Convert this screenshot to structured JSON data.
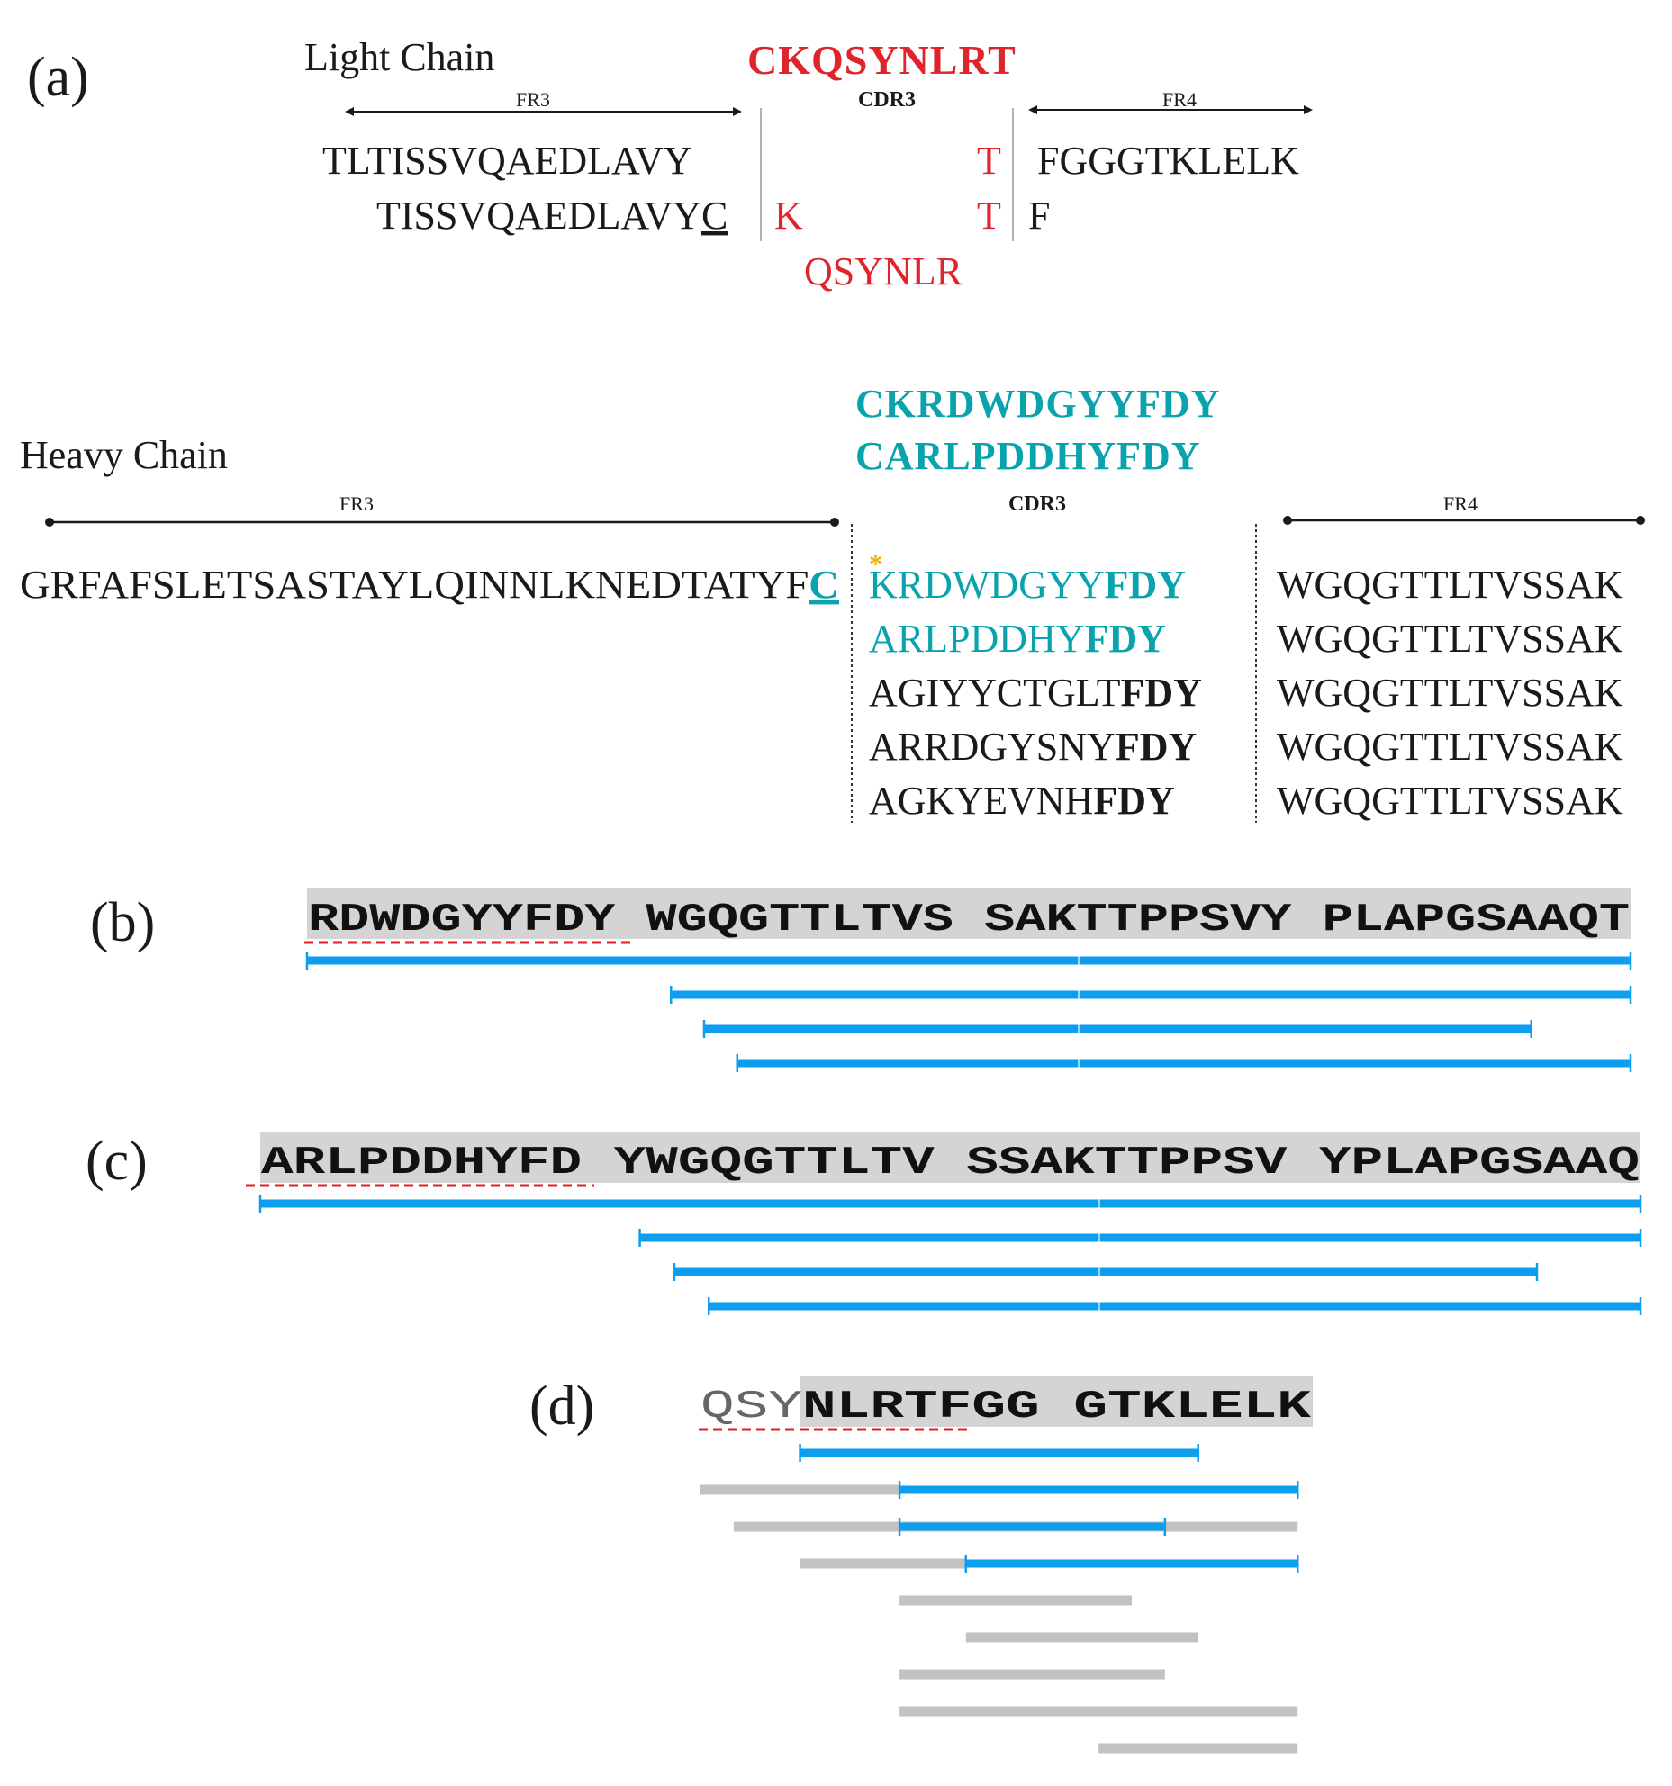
{
  "colors": {
    "text": "#1a1a1a",
    "light_red": "#e0242b",
    "cyan": "#0aa3ad",
    "bar_blue": "#0d9ef0",
    "bar_gray": "#c2c2c2",
    "seq_bg": "#d6d3d4",
    "dash_red": "#e02020",
    "asterisk": "#f2b400"
  },
  "panel_a": {
    "label": "(a)",
    "light_chain": {
      "title": "Light Chain",
      "fr3": "FR3",
      "cdr3": "CDR3",
      "fr4": "FR4",
      "cdr3_seq": "CKQSYNLRT",
      "row1": {
        "fr3": "TLTISSVQAEDLAVY",
        "cdr_end": "T",
        "fr4": "FGGGTKLELK"
      },
      "row2": {
        "fr3_main": "TISSVQAEDLAVY",
        "fr3_last": "C",
        "cdr_start": "K",
        "cdr_end": "T",
        "fr4": "F"
      },
      "row2_below": "QSYNLR"
    },
    "heavy_chain": {
      "title": "Heavy Chain",
      "fr3": "FR3",
      "cdr3": "CDR3",
      "fr4": "FR4",
      "cdr3_seqs": [
        "CKRDWDGYYFDY",
        "CARLPDDHYFDY"
      ],
      "fr3_main": "GRFAFSLETSASTAYLQINNLKNEDTATYF",
      "fr3_last": "C",
      "asterisk": "*",
      "rows": [
        {
          "pre": "KRDWDGYY",
          "suf": "FDY",
          "fr4": "WGQGTTLTVSSAK",
          "color": "cyan"
        },
        {
          "pre": "ARLPDDHY",
          "suf": "FDY",
          "fr4": "WGQGTTLTVSSAK",
          "color": "cyan"
        },
        {
          "pre": "AGIYYCTGLT",
          "suf": "FDY",
          "fr4": "WGQGTTLTVSSAK",
          "color": "text"
        },
        {
          "pre": "ARRDGYSNY",
          "suf": "FDY",
          "fr4": "WGQGTTLTVSSAK",
          "color": "text"
        },
        {
          "pre": "AGKYEVNH",
          "suf": "FDY",
          "fr4": "WGQGTTLTVSSAK",
          "color": "text"
        }
      ]
    }
  },
  "panel_b": {
    "label": "(b)",
    "sequence": "RDWDGYYFDY WGQGTTLTVS SAKTTPPSVY PLAPGSAAQT",
    "peptides": [
      {
        "start": 0,
        "end": 40
      },
      {
        "start": 11,
        "end": 40
      },
      {
        "start": 12,
        "end": 37
      },
      {
        "start": 13,
        "end": 40
      }
    ]
  },
  "panel_c": {
    "label": "(c)",
    "sequence": "ARLPDDHYFD YWGQGTTLTV SSAKTTPPSV YPLAPGSAAQ",
    "peptides": [
      {
        "start": 0,
        "end": 40
      },
      {
        "start": 11,
        "end": 40
      },
      {
        "start": 12,
        "end": 37
      },
      {
        "start": 13,
        "end": 40
      }
    ]
  },
  "panel_d": {
    "label": "(d)",
    "seq_gray": "QSY",
    "seq_main": "NLRTFGG GTKLELK",
    "blue_peptides": [
      {
        "start": 3,
        "end": 15
      },
      {
        "start": 6,
        "end": 18
      },
      {
        "start": 6,
        "end": 14
      },
      {
        "start": 8,
        "end": 18
      }
    ],
    "gray_peptides": [
      {
        "start": 0,
        "end": 6
      },
      {
        "start": 1,
        "end": 18
      },
      {
        "start": 3,
        "end": 8
      },
      {
        "start": 6,
        "end": 13
      },
      {
        "start": 8,
        "end": 15
      },
      {
        "start": 6,
        "end": 14
      },
      {
        "start": 6,
        "end": 18
      },
      {
        "start": 12,
        "end": 18
      }
    ]
  }
}
